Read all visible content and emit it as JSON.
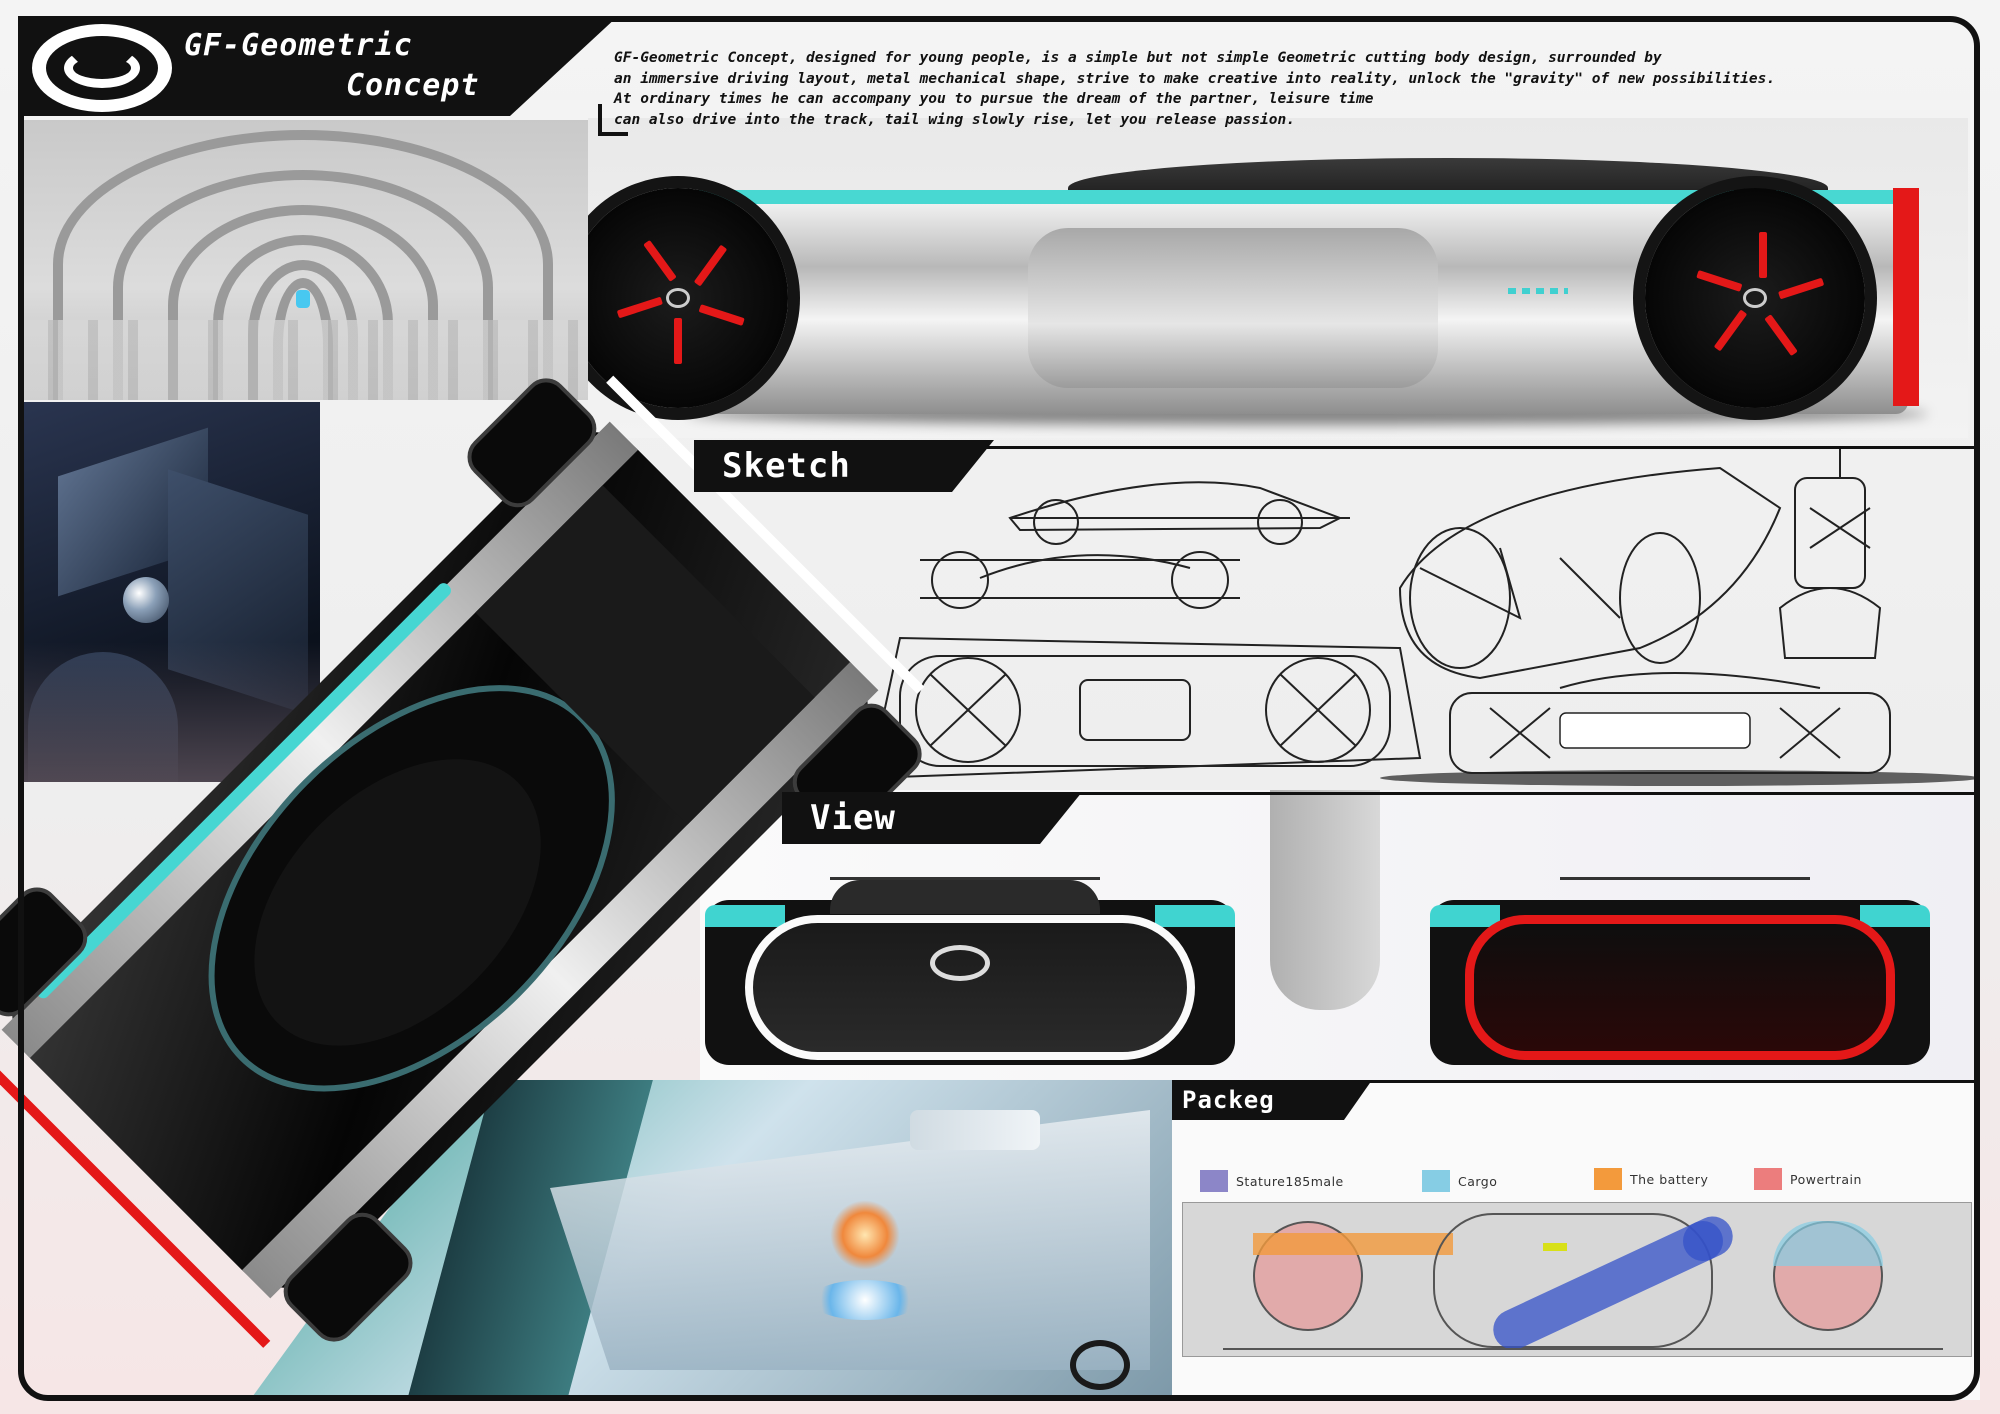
{
  "title": {
    "line1": "GF-Geometric",
    "line2": "Concept"
  },
  "description": {
    "lines": [
      "GF-Geometric Concept, designed for young people, is a simple but not simple Geometric cutting body design, surrounded by",
      "an immersive driving layout, metal mechanical shape, strive to make creative into reality, unlock the \"gravity\" of new possibilities.",
      "At ordinary times he can accompany you to pursue the dream of the partner, leisure time",
      "can also drive into the track, tail wing slowly rise, let you release passion."
    ]
  },
  "sections": {
    "sketch": "Sketch",
    "view": "View",
    "package": "Packeg"
  },
  "package_legend": [
    {
      "label": "Stature185male",
      "color": "#8c86c8"
    },
    {
      "label": "Cargo",
      "color": "#86cde4"
    },
    {
      "label": "The battery",
      "color": "#f39a3c"
    },
    {
      "label": "Powertrain",
      "color": "#ec7d7d"
    }
  ],
  "colors": {
    "accent_red": "#e41818",
    "accent_teal": "#46d6d2",
    "ink": "#111111"
  },
  "icons": {
    "brand_logo": "gac-g-logo-icon"
  }
}
